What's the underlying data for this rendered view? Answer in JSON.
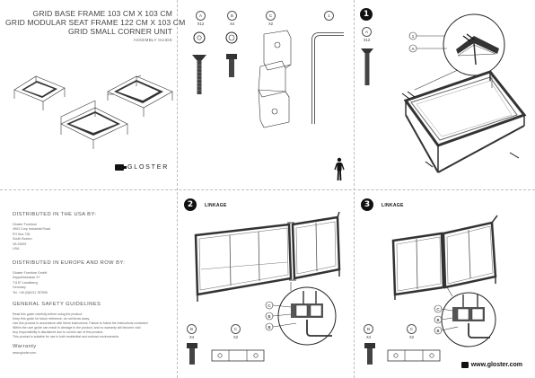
{
  "title": {
    "lines": [
      "GRID BASE FRAME 103 CM X 103 CM",
      "GRID MODULAR SEAT FRAME 122 CM X 103 CM",
      "GRID SMALL CORNER UNIT"
    ],
    "subtitle": "ASSEMBLY GUIDE"
  },
  "brand": {
    "name": "GLOSTER",
    "url": "www.gloster.com"
  },
  "parts": [
    {
      "letter": "A",
      "qty": "X12"
    },
    {
      "letter": "B",
      "qty": "X4"
    },
    {
      "letter": "C",
      "qty": "X2"
    },
    {
      "letter": "1",
      "qty": ""
    }
  ],
  "steps": [
    {
      "number": "1",
      "title": ""
    },
    {
      "number": "2",
      "title": "LINKAGE"
    },
    {
      "number": "3",
      "title": "LINKAGE"
    }
  ],
  "step1_parts": {
    "letter": "A",
    "qty": "X12",
    "callout_1": "1",
    "callout_a": "A"
  },
  "step2_parts": [
    {
      "letter": "B",
      "qty": "X4"
    },
    {
      "letter": "C",
      "qty": "X2"
    }
  ],
  "step2_callouts": [
    "C",
    "B",
    "B"
  ],
  "step3_parts": [
    {
      "letter": "B",
      "qty": "X4"
    },
    {
      "letter": "C",
      "qty": "X2"
    }
  ],
  "step3_callouts": [
    "C",
    "B",
    "B"
  ],
  "usa": {
    "heading": "DISTRIBUTED IN THE USA BY:",
    "lines": [
      "Gloster Furniture",
      "4903 Corp Industrial Road",
      "PO Box 736",
      "South Boston",
      "VA 24592",
      "USA"
    ]
  },
  "europe": {
    "heading": "DISTRIBUTED IN EUROPE AND ROW BY:",
    "lines": [
      "Gloster Furniture GmbH",
      "Zeppelinstrasse 37",
      "71157 Landsberg",
      "Germany",
      "Tel. +49 (0)8131 787590"
    ]
  },
  "safety": {
    "heading": "GENERAL SAFETY GUIDELINES",
    "lines": [
      "Read this guide carefully before using the product.",
      "Keep this guide for future reference; do not throw away.",
      "Use this product in accordance with these instructions. Failure to follow the instructions contained",
      "Within the user guide can result in damage to the product, and no warranty will become void.",
      "Any responsibility is disclaimed due to correct use of this product.",
      "This product is suitable for use in both residential and contract environments."
    ],
    "warranty_heading": "Warranty",
    "warranty_line": "www.gloster.com"
  }
}
